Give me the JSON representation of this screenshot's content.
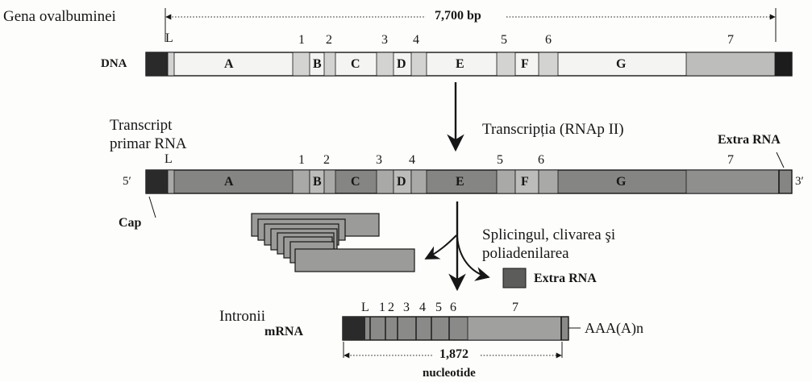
{
  "title": "Gena ovalbuminei",
  "gene_length": "7,700 bp",
  "dna": {
    "label": "DNA",
    "leader": "L",
    "exon_numbers": [
      "1",
      "2",
      "3",
      "4",
      "5",
      "6",
      "7"
    ],
    "introns": [
      "A",
      "B",
      "C",
      "D",
      "E",
      "F",
      "G"
    ]
  },
  "transcription": {
    "label": "Transcripția (RNAp II)",
    "transcript_label": [
      "Transcript",
      "primar RNA"
    ],
    "extra_rna": "Extra RNA",
    "five_prime": "5′",
    "three_prime": "3′",
    "cap": "Cap"
  },
  "processing": {
    "label": [
      "Splicingul, clivarea şi",
      "poliadenilarea"
    ],
    "extra_rna": "Extra RNA"
  },
  "mrna": {
    "introns_label": "Intronii",
    "label": "mRNA",
    "exon_numbers": [
      "L",
      "1",
      "2",
      "3",
      "4",
      "5",
      "6",
      "7"
    ],
    "poly_a": "AAA(A)n",
    "length": "1,872",
    "length_unit": "nucleotide"
  },
  "colors": {
    "line": "#161616",
    "intron_light": "#f4f4f2",
    "exon_light": "#d3d3d1",
    "exon7_light": "#bdbdbb",
    "dark_block": "#2a2a2a",
    "transcript_fill": "#858583",
    "transcript_light": "#a9a9a7",
    "transcript_exon7": "#8f8f8d",
    "mrna_fill": "#8a8a88",
    "mrna_exon7": "#a0a09e",
    "extra_rna_box": "#5c5c5a",
    "intron_stack": "#9b9b99"
  }
}
